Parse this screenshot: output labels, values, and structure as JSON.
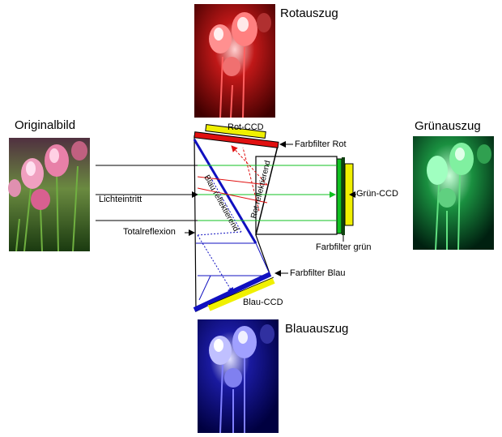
{
  "images": {
    "original": {
      "label": "Originalbild"
    },
    "red": {
      "label": "Rotauszug"
    },
    "green": {
      "label": "Grünauszug"
    },
    "blue": {
      "label": "Blauauszug"
    }
  },
  "annotations": {
    "red_ccd": "Rot-CCD",
    "red_filter": "Farbfilter Rot",
    "green_ccd": "Grün-CCD",
    "green_filter": "Farbfilter grün",
    "blue_filter": "Farbfilter Blau",
    "blue_ccd": "Blau-CCD",
    "light_entry": "Lichteintritt",
    "total_reflection": "Totalreflexion",
    "red_reflecting": "Rot reflektierend",
    "blue_reflecting": "Blau reflektierend"
  },
  "colors": {
    "red": "#e01010",
    "green": "#10c020",
    "blue": "#1010c0",
    "yellow": "#f0f000",
    "dark_green": "#104010"
  }
}
